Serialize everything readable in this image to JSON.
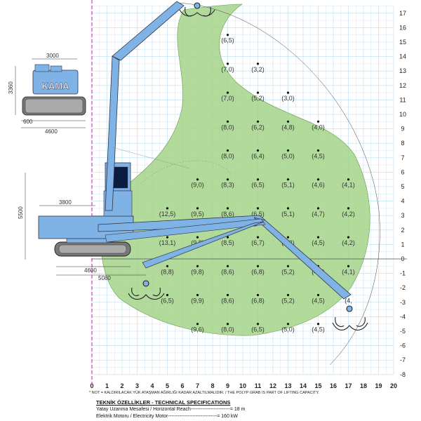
{
  "chart_data": {
    "type": "scatter",
    "x_ticks": [
      0,
      1,
      2,
      3,
      4,
      5,
      6,
      7,
      8,
      9,
      10,
      11,
      12,
      13,
      14,
      15,
      16,
      17,
      18,
      19,
      20
    ],
    "y_ticks": [
      17,
      16,
      15,
      14,
      13,
      12,
      11,
      10,
      9,
      8,
      7,
      6,
      5,
      4,
      3,
      2,
      1,
      0,
      -1,
      -2,
      -3,
      -4,
      -5,
      -6,
      -7,
      -8
    ],
    "xlim": [
      0,
      20
    ],
    "ylim": [
      -8,
      17.5
    ],
    "grid": true,
    "points": [
      {
        "x": 9,
        "y": 15.5,
        "label": "(6,5)"
      },
      {
        "x": 9,
        "y": 13.5,
        "label": "(7,0)"
      },
      {
        "x": 11,
        "y": 13.5,
        "label": "(3,2)"
      },
      {
        "x": 9,
        "y": 11.5,
        "label": "(7,0)"
      },
      {
        "x": 11,
        "y": 11.5,
        "label": "(5,2)"
      },
      {
        "x": 13,
        "y": 11.5,
        "label": "(3,0)"
      },
      {
        "x": 9,
        "y": 9.5,
        "label": "(8,0)"
      },
      {
        "x": 11,
        "y": 9.5,
        "label": "(6,2)"
      },
      {
        "x": 13,
        "y": 9.5,
        "label": "(4,8)"
      },
      {
        "x": 15,
        "y": 9.5,
        "label": "(4,0)"
      },
      {
        "x": 9,
        "y": 7.5,
        "label": "(8,0)"
      },
      {
        "x": 11,
        "y": 7.5,
        "label": "(6,4)"
      },
      {
        "x": 13,
        "y": 7.5,
        "label": "(5,0)"
      },
      {
        "x": 15,
        "y": 7.5,
        "label": "(4,5)"
      },
      {
        "x": 7,
        "y": 5.5,
        "label": "(9,0)"
      },
      {
        "x": 9,
        "y": 5.5,
        "label": "(8,3)"
      },
      {
        "x": 11,
        "y": 5.5,
        "label": "(6,5)"
      },
      {
        "x": 13,
        "y": 5.5,
        "label": "(5,1)"
      },
      {
        "x": 15,
        "y": 5.5,
        "label": "(4,6)"
      },
      {
        "x": 17,
        "y": 5.5,
        "label": "(4,1)"
      },
      {
        "x": 5,
        "y": 3.5,
        "label": "(12,5)"
      },
      {
        "x": 7,
        "y": 3.5,
        "label": "(9,5)"
      },
      {
        "x": 9,
        "y": 3.5,
        "label": "(8,6)"
      },
      {
        "x": 11,
        "y": 3.5,
        "label": "(6,5)"
      },
      {
        "x": 13,
        "y": 3.5,
        "label": "(5,1)"
      },
      {
        "x": 15,
        "y": 3.5,
        "label": "(4,7)"
      },
      {
        "x": 17,
        "y": 3.5,
        "label": "(4,2)"
      },
      {
        "x": 5,
        "y": 1.5,
        "label": "(13,1)"
      },
      {
        "x": 7,
        "y": 1.5,
        "label": "(9,8)"
      },
      {
        "x": 9,
        "y": 1.5,
        "label": "(8,5)"
      },
      {
        "x": 11,
        "y": 1.5,
        "label": "(6,7)"
      },
      {
        "x": 13,
        "y": 1.5,
        "label": "(5,2)"
      },
      {
        "x": 15,
        "y": 1.5,
        "label": "(4,5)"
      },
      {
        "x": 17,
        "y": 1.5,
        "label": "(4,2)"
      },
      {
        "x": 5,
        "y": -0.5,
        "label": "(8,8)"
      },
      {
        "x": 7,
        "y": -0.5,
        "label": "(9,8)"
      },
      {
        "x": 9,
        "y": -0.5,
        "label": "(8,6)"
      },
      {
        "x": 11,
        "y": -0.5,
        "label": "(6,8)"
      },
      {
        "x": 13,
        "y": -0.5,
        "label": "(5,2)"
      },
      {
        "x": 15,
        "y": -0.5,
        "label": "(4,5)"
      },
      {
        "x": 17,
        "y": -0.5,
        "label": "(4,1)"
      },
      {
        "x": 5,
        "y": -2.5,
        "label": "(6,5)"
      },
      {
        "x": 7,
        "y": -2.5,
        "label": "(9,9)"
      },
      {
        "x": 9,
        "y": -2.5,
        "label": "(8,6)"
      },
      {
        "x": 11,
        "y": -2.5,
        "label": "(6,8)"
      },
      {
        "x": 13,
        "y": -2.5,
        "label": "(5,2)"
      },
      {
        "x": 15,
        "y": -2.5,
        "label": "(4,5)"
      },
      {
        "x": 17,
        "y": -2.5,
        "label": "(4,"
      },
      {
        "x": 7,
        "y": -4.5,
        "label": "(9,6)"
      },
      {
        "x": 9,
        "y": -4.5,
        "label": "(8,0)"
      },
      {
        "x": 11,
        "y": -4.5,
        "label": "(6,5)"
      },
      {
        "x": 13,
        "y": -4.5,
        "label": "(5,0)"
      },
      {
        "x": 15,
        "y": -4.5,
        "label": "(4,5)"
      }
    ]
  },
  "machine": {
    "brand": "KAMA",
    "dims_small": [
      "3000",
      "3360",
      "600",
      "4600"
    ],
    "dims_main": [
      "3800",
      "5500",
      "4600",
      "5080"
    ]
  },
  "colors": {
    "envelope": "#a5d38a",
    "machine": "#7fb3e6",
    "grid": "#b9ddf0",
    "axis_marker": "#d23ac6"
  },
  "note": "* NOT = KALDIRILACAK YÜK ATAŞMAN AĞIRLIĞI KADAR AZALTILMALIDIR. / THE POLYP GRAB IS PART OF LIFTING CAPACITY.",
  "specs": {
    "title": "TEKNİK ÖZELLİKLER - TECHNICAL SPECIFICATIONS",
    "rows": [
      {
        "label": "Yatay Uzanma Mesafesi / Horizontal Reach",
        "leader": " ------------------------ ",
        "value": "= 18 m"
      },
      {
        "label": "Elektrik Motoru / Electricity Motor",
        "leader": " ------------------------------ ",
        "value": "= 160 kW"
      }
    ]
  }
}
